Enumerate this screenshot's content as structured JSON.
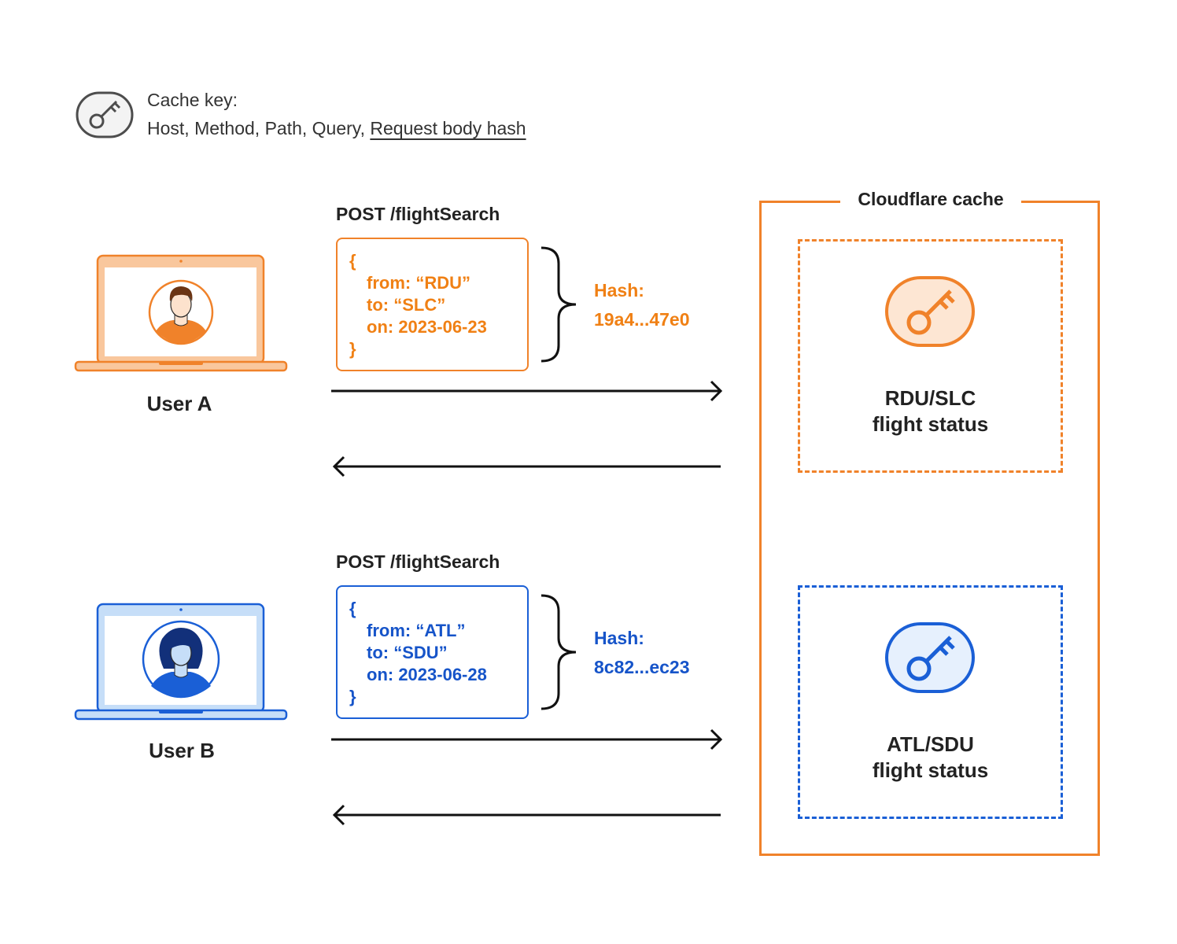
{
  "legend": {
    "icon": "key-icon",
    "title": "Cache key:",
    "fields_plain": "Host, Method, Path, Query, ",
    "fields_underlined": "Request body hash"
  },
  "cache": {
    "title": "Cloudflare cache",
    "entries": [
      {
        "line1": "RDU/SLC",
        "line2": "flight status",
        "color": "#f0822a",
        "icon": "key-icon"
      },
      {
        "line1": "ATL/SDU",
        "line2": "flight status",
        "color": "#1a5fd6",
        "icon": "key-icon"
      }
    ]
  },
  "users": [
    {
      "label": "User A",
      "color": "#f0822a",
      "request": "POST /flightSearch",
      "body": [
        "{",
        "from: “RDU”",
        "to: “SLC”",
        "on: 2023-06-23",
        "}"
      ],
      "hash_label": "Hash:",
      "hash_value": "19a4...47e0"
    },
    {
      "label": "User B",
      "color": "#1a5fd6",
      "request": "POST /flightSearch",
      "body": [
        "{",
        "from: “ATL”",
        "to: “SDU”",
        "on: 2023-06-28",
        "}"
      ],
      "hash_label": "Hash:",
      "hash_value": "8c82...ec23"
    }
  ]
}
